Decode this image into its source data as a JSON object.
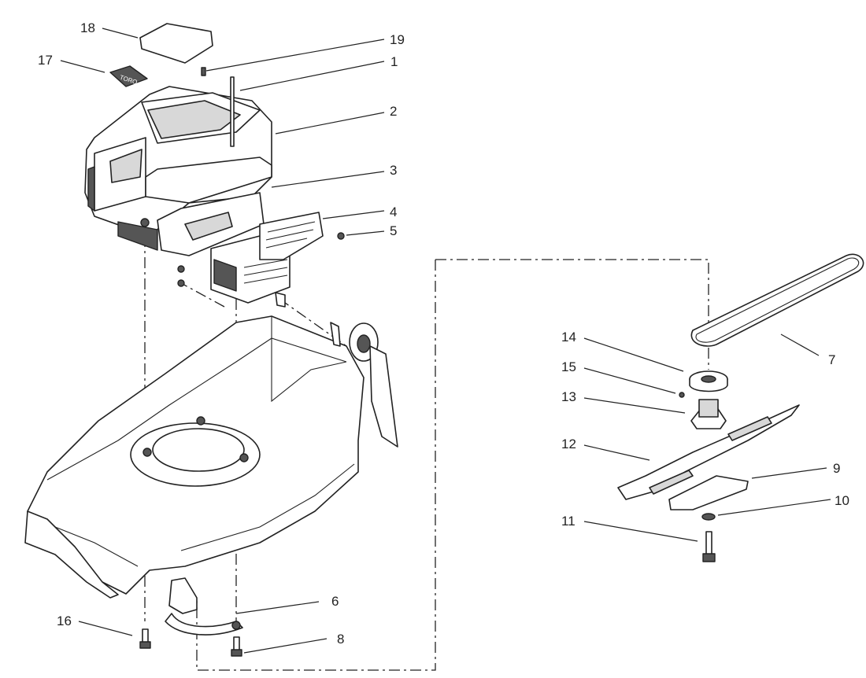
{
  "callouts": [
    {
      "id": "1",
      "text": "1"
    },
    {
      "id": "2",
      "text": "2"
    },
    {
      "id": "3",
      "text": "3"
    },
    {
      "id": "4",
      "text": "4"
    },
    {
      "id": "5",
      "text": "5"
    },
    {
      "id": "6",
      "text": "6"
    },
    {
      "id": "7",
      "text": "7"
    },
    {
      "id": "8",
      "text": "8"
    },
    {
      "id": "9",
      "text": "9"
    },
    {
      "id": "10",
      "text": "10"
    },
    {
      "id": "11",
      "text": "11"
    },
    {
      "id": "12",
      "text": "12"
    },
    {
      "id": "13",
      "text": "13"
    },
    {
      "id": "14",
      "text": "14"
    },
    {
      "id": "15",
      "text": "15"
    },
    {
      "id": "16",
      "text": "16"
    },
    {
      "id": "17",
      "text": "17"
    },
    {
      "id": "18",
      "text": "18"
    },
    {
      "id": "19",
      "text": "19"
    }
  ],
  "decal_text": "TORO"
}
